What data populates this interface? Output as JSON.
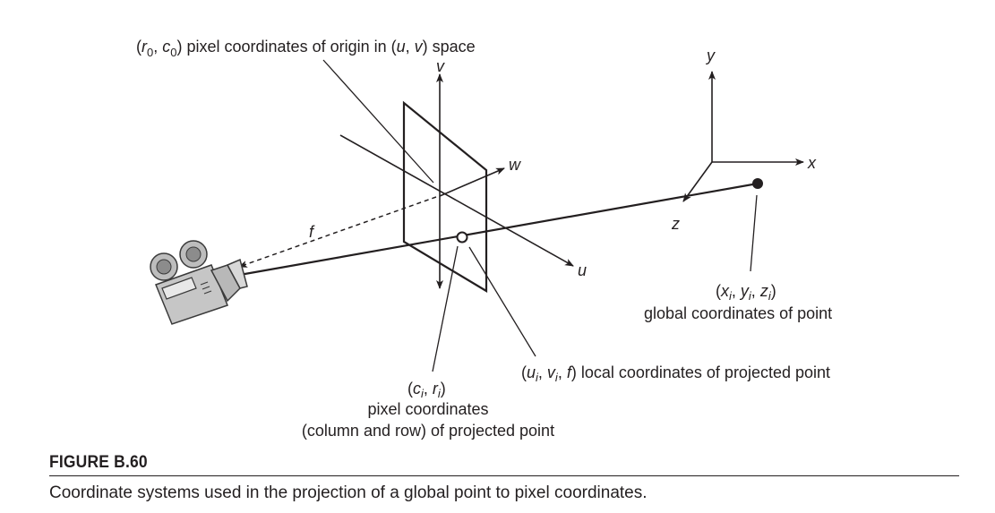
{
  "labels": {
    "origin_prefix": "(",
    "r0": "r",
    "c0": "c",
    "zero_sub": "0",
    "origin_suffix": " pixel coordinates of origin in (",
    "u_var": "u",
    "v_var": "v",
    "origin_end": ") space",
    "axis_v": "v",
    "axis_w": "w",
    "axis_u": "u",
    "axis_f": "f",
    "global_x": "x",
    "global_y": "y",
    "global_z": "z",
    "point_x": "x",
    "point_y": "y",
    "point_z": "z",
    "sub_i": "i",
    "global_desc": "global coordinates of point",
    "local_f": "f",
    "local_desc": ") local coordinates of projected point",
    "pixel_c": "c",
    "pixel_r": "r",
    "pixel_line1": "pixel coordinates",
    "pixel_line2": "(column and row) of projected point"
  },
  "punct": {
    "open": "(",
    "close": ")",
    "comma": ", "
  },
  "figure": {
    "title": "FIGURE B.60",
    "caption": "Coordinate systems used in the projection of a global point to pixel coordinates."
  },
  "colors": {
    "ink": "#231f20",
    "camera_fill": "#c8c8c8",
    "camera_dark": "#8c8c8c"
  }
}
